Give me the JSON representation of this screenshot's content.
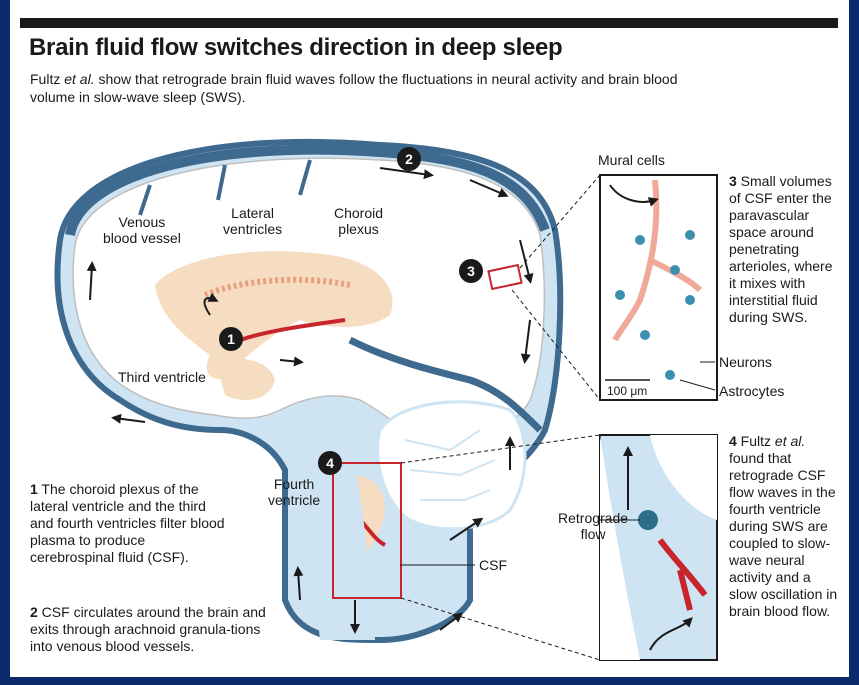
{
  "header": {
    "title": "Brain fluid flow switches direction in deep sleep",
    "subtitle_author": "Fultz",
    "subtitle_etal": "et al.",
    "subtitle_rest": " show that retrograde brain fluid waves follow the fluctuations in neural activity and brain blood volume in slow-wave sleep (SWS)."
  },
  "labels": {
    "venous": "Venous\nblood vessel",
    "lateral": "Lateral\nventricles",
    "choroid": "Choroid\nplexus",
    "third": "Third ventricle",
    "fourth": "Fourth\nventricle",
    "csf": "CSF",
    "mural": "Mural cells",
    "neurons": "Neurons",
    "astrocytes": "Astrocytes",
    "scale": "100 μm",
    "retrograde": "Retrograde\nflow"
  },
  "badges": [
    "1",
    "2",
    "3",
    "4"
  ],
  "notes": {
    "n1_num": "1",
    "n1_text": " The choroid plexus of the lateral ventricle and the third and fourth ventricles filter blood plasma to produce cerebrospinal fluid (CSF).",
    "n2_num": "2",
    "n2_text": " CSF circulates around the brain and exits through arachnoid granula-tions into venous blood vessels.",
    "n3_num": "3",
    "n3_text": " Small volumes of CSF enter the paravascular space around penetrating arterioles, where it mixes with interstitial fluid during SWS.",
    "n4_num": "4",
    "n4_pre": " Fultz ",
    "n4_etal": "et al.",
    "n4_text": " found that retrograde CSF flow waves in the fourth ventricle during SWS are coupled to slow-wave neural activity and a slow oscillation in brain blood flow."
  },
  "colors": {
    "venous": "#3d6a8e",
    "csf": "#cfe4f2",
    "ventricle": "#f6dcc0",
    "artery": "#c8242b",
    "callout": "#c8242b",
    "ink": "#1a1a1a"
  }
}
